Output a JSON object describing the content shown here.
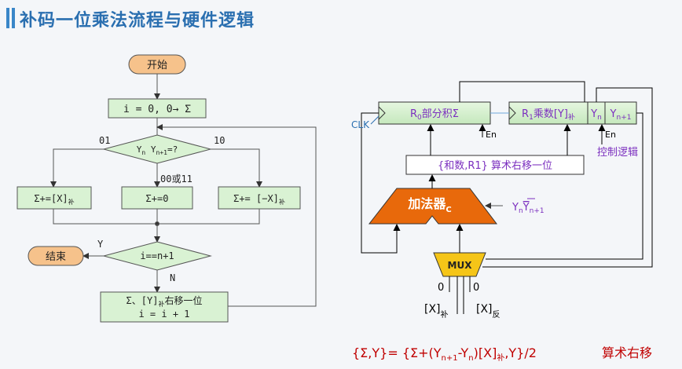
{
  "title": "补码一位乘法流程与硬件逻辑",
  "flowchart": {
    "start": "开始",
    "init": "i = 0, 0→ Σ",
    "decision1": {
      "pre": "Y",
      "sub1": "n",
      "mid": " Y",
      "sub2": "n+1",
      "post": "=?"
    },
    "branch_01": "01",
    "branch_10": "10",
    "branch_00_11": "00或11",
    "op_left": {
      "main": "Σ+=[X]",
      "sub": "补"
    },
    "op_mid": "Σ+=0",
    "op_right": {
      "main": "Σ+= [−X]",
      "sub": "补"
    },
    "decision2": "i==n+1",
    "yes": "Y",
    "no": "N",
    "end": "结束",
    "shift_line1": {
      "pre": "Σ、[Y]",
      "sub": "补",
      "post": "右移一位"
    },
    "shift_line2": "i = i + 1"
  },
  "hardware": {
    "clk": "CLK",
    "r0": {
      "pre": "R",
      "sub": "0",
      "post": "部分积Σ"
    },
    "r1": {
      "pre": "R",
      "sub": "1",
      "mid": "乘数[Y]",
      "sub2": "补"
    },
    "yn": {
      "pre": "Y",
      "sub": "n"
    },
    "yn1": {
      "pre": "Y",
      "sub": "n+1"
    },
    "en": "En",
    "control_logic": "控制逻辑",
    "shifter": "{和数,R1} 算术右移一位",
    "adder": {
      "main": "加法器",
      "sub": "C"
    },
    "adder_ctrl": {
      "y1": "Y",
      "s1": "n",
      "y2": "Y",
      "s2": "n+1"
    },
    "mux": "MUX",
    "mux_in0": "0",
    "mux_in1": "0",
    "x_comp": {
      "main": "[X]",
      "sub": "补"
    },
    "x_inv": {
      "main": "[X]",
      "sub": "反"
    }
  },
  "formula": {
    "t1": "{Σ,Y}= {Σ+(Y",
    "s1": "n+1",
    "t2": "-Y",
    "s2": "n",
    "t3": ")[X]",
    "s3": "补",
    "t4": ",Y}/2",
    "note": "算术右移"
  },
  "colors": {
    "title": "#2a6fb0",
    "flow_box": "#d9f2d3",
    "start_end": "#f6c28b",
    "register": "#d9f2d3",
    "purple_text": "#7b2fbf",
    "adder": "#e8690b",
    "mux": "#f5c518",
    "formula": "#c00000"
  }
}
